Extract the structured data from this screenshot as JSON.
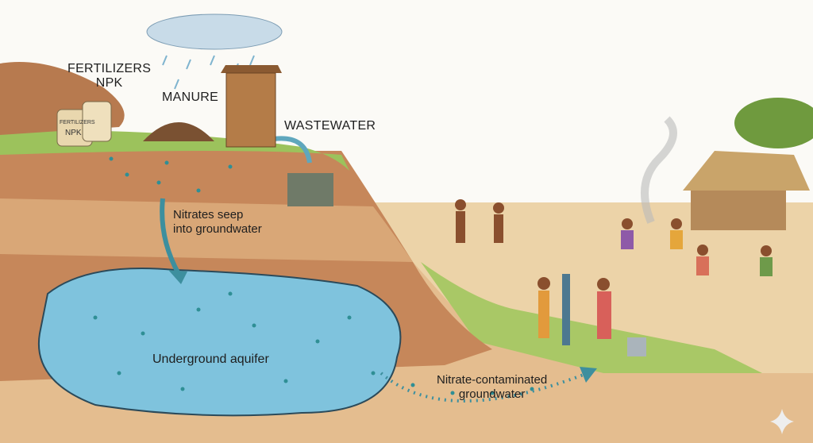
{
  "labels": {
    "fertilizers": "FERTILIZERS",
    "npk": "NPK",
    "manure": "MANURE",
    "wastewater": "WASTEWATER",
    "seep_line1": "Nitrates seep",
    "seep_line2": "into groundwater",
    "aquifer": "Underground aquifer",
    "contaminated_line1": "Nitrate-contaminated",
    "contaminated_line2": "groundwater"
  },
  "bag_text": {
    "line1": "FERTILIZERS",
    "line2": "NPK"
  },
  "colors": {
    "water": "#7fc3dd",
    "nitrate_dots": "#2f8f95",
    "soil_top": "#c98a5a",
    "soil_deep": "#e2b98a",
    "grass": "#9cc25c"
  }
}
